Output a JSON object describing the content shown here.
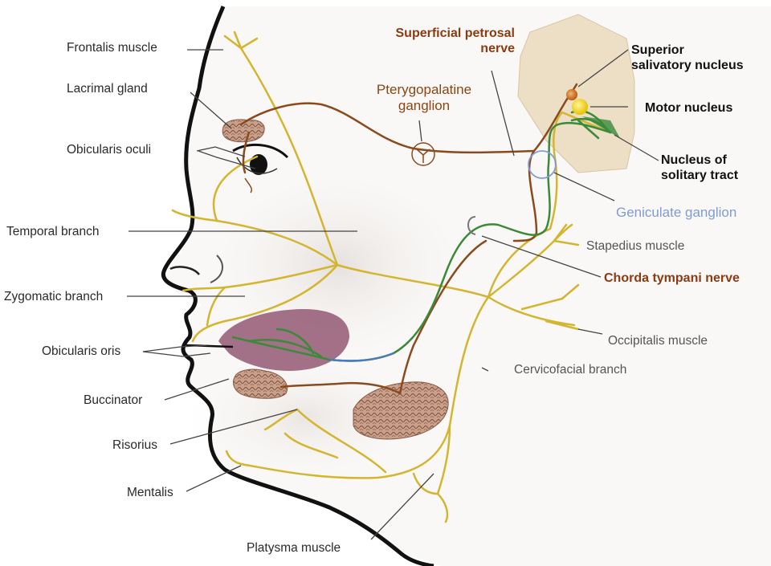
{
  "labels": {
    "frontalis": "Frontalis muscle",
    "lacrimal": "Lacrimal gland",
    "obicularis_oculi": "Obicularis oculi",
    "temporal": "Temporal branch",
    "zygomatic": "Zygomatic branch",
    "obicularis_oris": "Obicularis oris",
    "buccinator": "Buccinator",
    "risorius": "Risorius",
    "mentalis": "Mentalis",
    "platysma": "Platysma muscle",
    "superficial_petrosal_1": "Superficial petrosal",
    "superficial_petrosal_2": "nerve",
    "pterygopalatine_1": "Pterygopalatine",
    "pterygopalatine_2": "ganglion",
    "superior_salivatory_1": "Superior",
    "superior_salivatory_2": "salivatory nucleus",
    "motor_nucleus": "Motor nucleus",
    "solitary_1": "Nucleus of",
    "solitary_2": "solitary tract",
    "geniculate": "Geniculate ganglion",
    "stapedius": "Stapedius muscle",
    "chorda_tympani": "Chorda tympani nerve",
    "occipitalis": "Occipitalis muscle",
    "cervicofacial": "Cervicofacial branch"
  },
  "colors": {
    "nerve_yellow": "#d4b530",
    "nerve_brown": "#8b4a1e",
    "nerve_green": "#3a8a3a",
    "nerve_blue": "#4a7ab8",
    "gland": "#c9a089",
    "tongue": "#8a4a68",
    "brainstem": "#eadcc0",
    "geniculate": "#7e9bd6"
  }
}
